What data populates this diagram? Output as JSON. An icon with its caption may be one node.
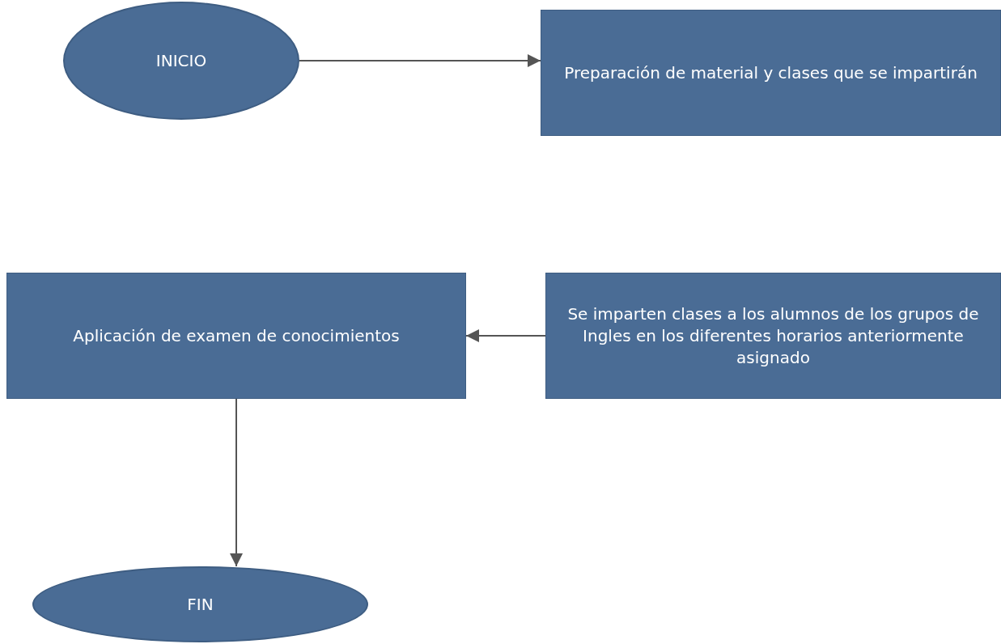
{
  "diagram": {
    "nodes": [
      {
        "text": [
          "INICIO"
        ]
      },
      {
        "text": [
          "Preparación de material y clases que se impartirán"
        ]
      },
      {
        "text": [
          "Aplicación de examen de conocimientos"
        ]
      },
      {
        "text": [
          "Se imparten clases a los alumnos de los grupos de Ingles en los diferentes horarios anteriormente asignado"
        ]
      },
      {
        "text": [
          "FIN"
        ]
      }
    ],
    "edges": [
      {
        "from": 0,
        "to": 1,
        "arrow": "to"
      },
      {
        "from": 3,
        "to": 2,
        "arrow": "to"
      },
      {
        "from": 2,
        "to": 4,
        "arrow": "to"
      }
    ]
  }
}
